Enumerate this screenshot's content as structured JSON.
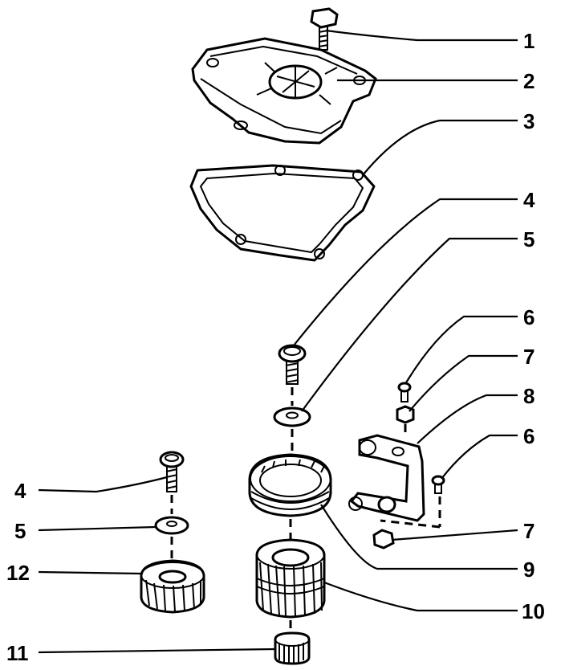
{
  "diagram": {
    "callouts": [
      {
        "id": "c1",
        "label": "1"
      },
      {
        "id": "c2",
        "label": "2"
      },
      {
        "id": "c3",
        "label": "3"
      },
      {
        "id": "c4a",
        "label": "4"
      },
      {
        "id": "c5a",
        "label": "5"
      },
      {
        "id": "c6a",
        "label": "6"
      },
      {
        "id": "c7a",
        "label": "7"
      },
      {
        "id": "c8",
        "label": "8"
      },
      {
        "id": "c6b",
        "label": "6"
      },
      {
        "id": "c4b",
        "label": "4"
      },
      {
        "id": "c5b",
        "label": "5"
      },
      {
        "id": "c7b",
        "label": "7"
      },
      {
        "id": "c12",
        "label": "12"
      },
      {
        "id": "c9",
        "label": "9"
      },
      {
        "id": "c10",
        "label": "10"
      },
      {
        "id": "c11",
        "label": "11"
      }
    ]
  }
}
